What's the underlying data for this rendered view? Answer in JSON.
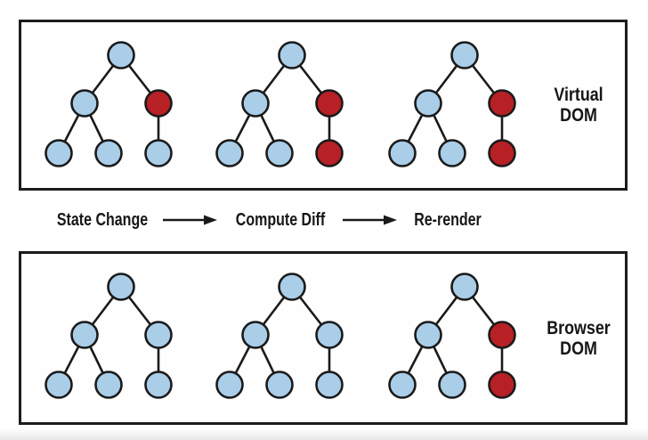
{
  "colors": {
    "node_blue": "#aacde8",
    "node_red": "#b72025",
    "edge": "#1a1a1a",
    "box_border": "#1c1c1c",
    "background": "#ffffff"
  },
  "virtual_dom": {
    "label_line1": "Virtual",
    "label_line2": "DOM",
    "trees": [
      [
        "blue",
        "blue",
        "red",
        "blue",
        "blue",
        "blue"
      ],
      [
        "blue",
        "blue",
        "red",
        "blue",
        "blue",
        "red"
      ],
      [
        "blue",
        "blue",
        "red",
        "blue",
        "blue",
        "red"
      ]
    ]
  },
  "browser_dom": {
    "label_line1": "Browser",
    "label_line2": "DOM",
    "trees": [
      [
        "blue",
        "blue",
        "blue",
        "blue",
        "blue",
        "blue"
      ],
      [
        "blue",
        "blue",
        "blue",
        "blue",
        "blue",
        "blue"
      ],
      [
        "blue",
        "blue",
        "red",
        "blue",
        "blue",
        "red"
      ]
    ]
  },
  "tree_structure": {
    "node_count_per_tree": 6,
    "parent_of_node": [
      null,
      0,
      0,
      1,
      1,
      2
    ]
  },
  "process": {
    "steps": [
      {
        "label": "State Change"
      },
      {
        "label": "Compute Diff"
      },
      {
        "label": "Re-render"
      }
    ]
  }
}
